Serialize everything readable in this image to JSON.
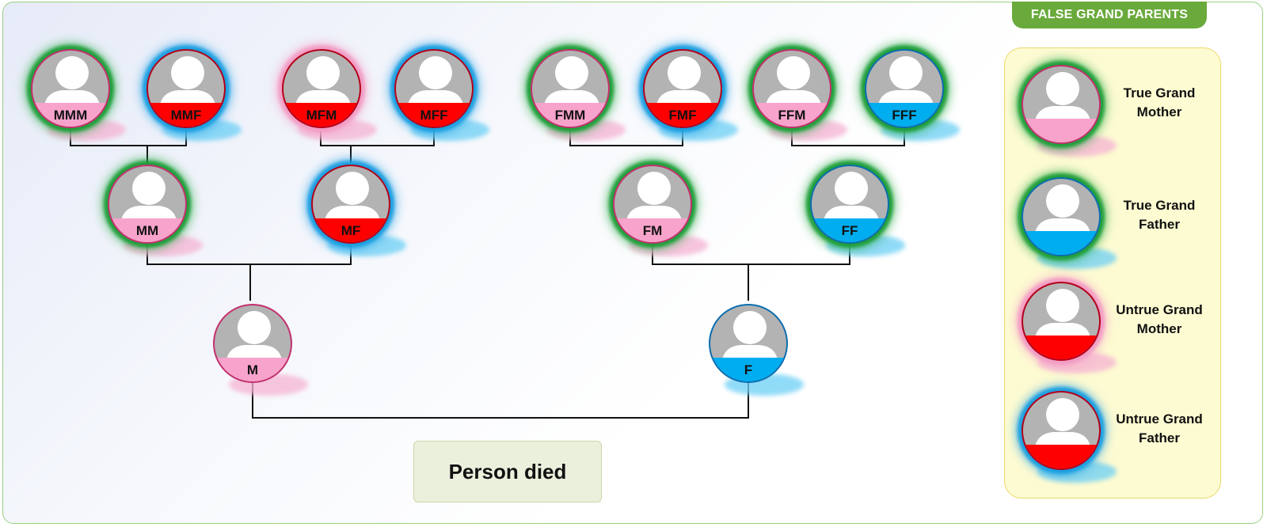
{
  "legend": {
    "title": "FALSE GRAND PARENTS",
    "items": [
      {
        "label": "True Grand Mother",
        "band": "#f7a3cc",
        "glow": "green"
      },
      {
        "label": "True Grand Father",
        "band": "#00adef",
        "glow": "green"
      },
      {
        "label": "Untrue Grand Mother",
        "band": "#ff0000",
        "glow": "pink"
      },
      {
        "label": "Untrue Grand Father",
        "band": "#ff0000",
        "glow": "blue"
      }
    ]
  },
  "caption": "Person died",
  "nodes": [
    {
      "id": "MMM",
      "label": "MMM",
      "band": "#f7a3cc",
      "glow": "green"
    },
    {
      "id": "MMF",
      "label": "MMF",
      "band": "#ff0000",
      "glow": "blue"
    },
    {
      "id": "MFM",
      "label": "MFM",
      "band": "#ff0000",
      "glow": "pink"
    },
    {
      "id": "MFF",
      "label": "MFF",
      "band": "#ff0000",
      "glow": "blue"
    },
    {
      "id": "FMM",
      "label": "FMM",
      "band": "#f7a3cc",
      "glow": "green"
    },
    {
      "id": "FMF",
      "label": "FMF",
      "band": "#ff0000",
      "glow": "blue"
    },
    {
      "id": "FFM",
      "label": "FFM",
      "band": "#f7a3cc",
      "glow": "green"
    },
    {
      "id": "FFF",
      "label": "FFF",
      "band": "#00adef",
      "glow": "green"
    },
    {
      "id": "MM",
      "label": "MM",
      "band": "#f7a3cc",
      "glow": "green"
    },
    {
      "id": "MF",
      "label": "MF",
      "band": "#ff0000",
      "glow": "blue"
    },
    {
      "id": "FM",
      "label": "FM",
      "band": "#f7a3cc",
      "glow": "green"
    },
    {
      "id": "FF",
      "label": "FF",
      "band": "#00adef",
      "glow": "green"
    },
    {
      "id": "M",
      "label": "M",
      "band": "#f7a3cc",
      "glow": "none"
    },
    {
      "id": "F",
      "label": "F",
      "band": "#00adef",
      "glow": "none"
    }
  ],
  "colors": {
    "pink": "#f7a3cc",
    "blue": "#00adef",
    "red": "#ff0000",
    "green_glow": "#1f9e3a",
    "legend_tab": "#6aaa3c",
    "legend_panel": "#fdfbd2"
  }
}
